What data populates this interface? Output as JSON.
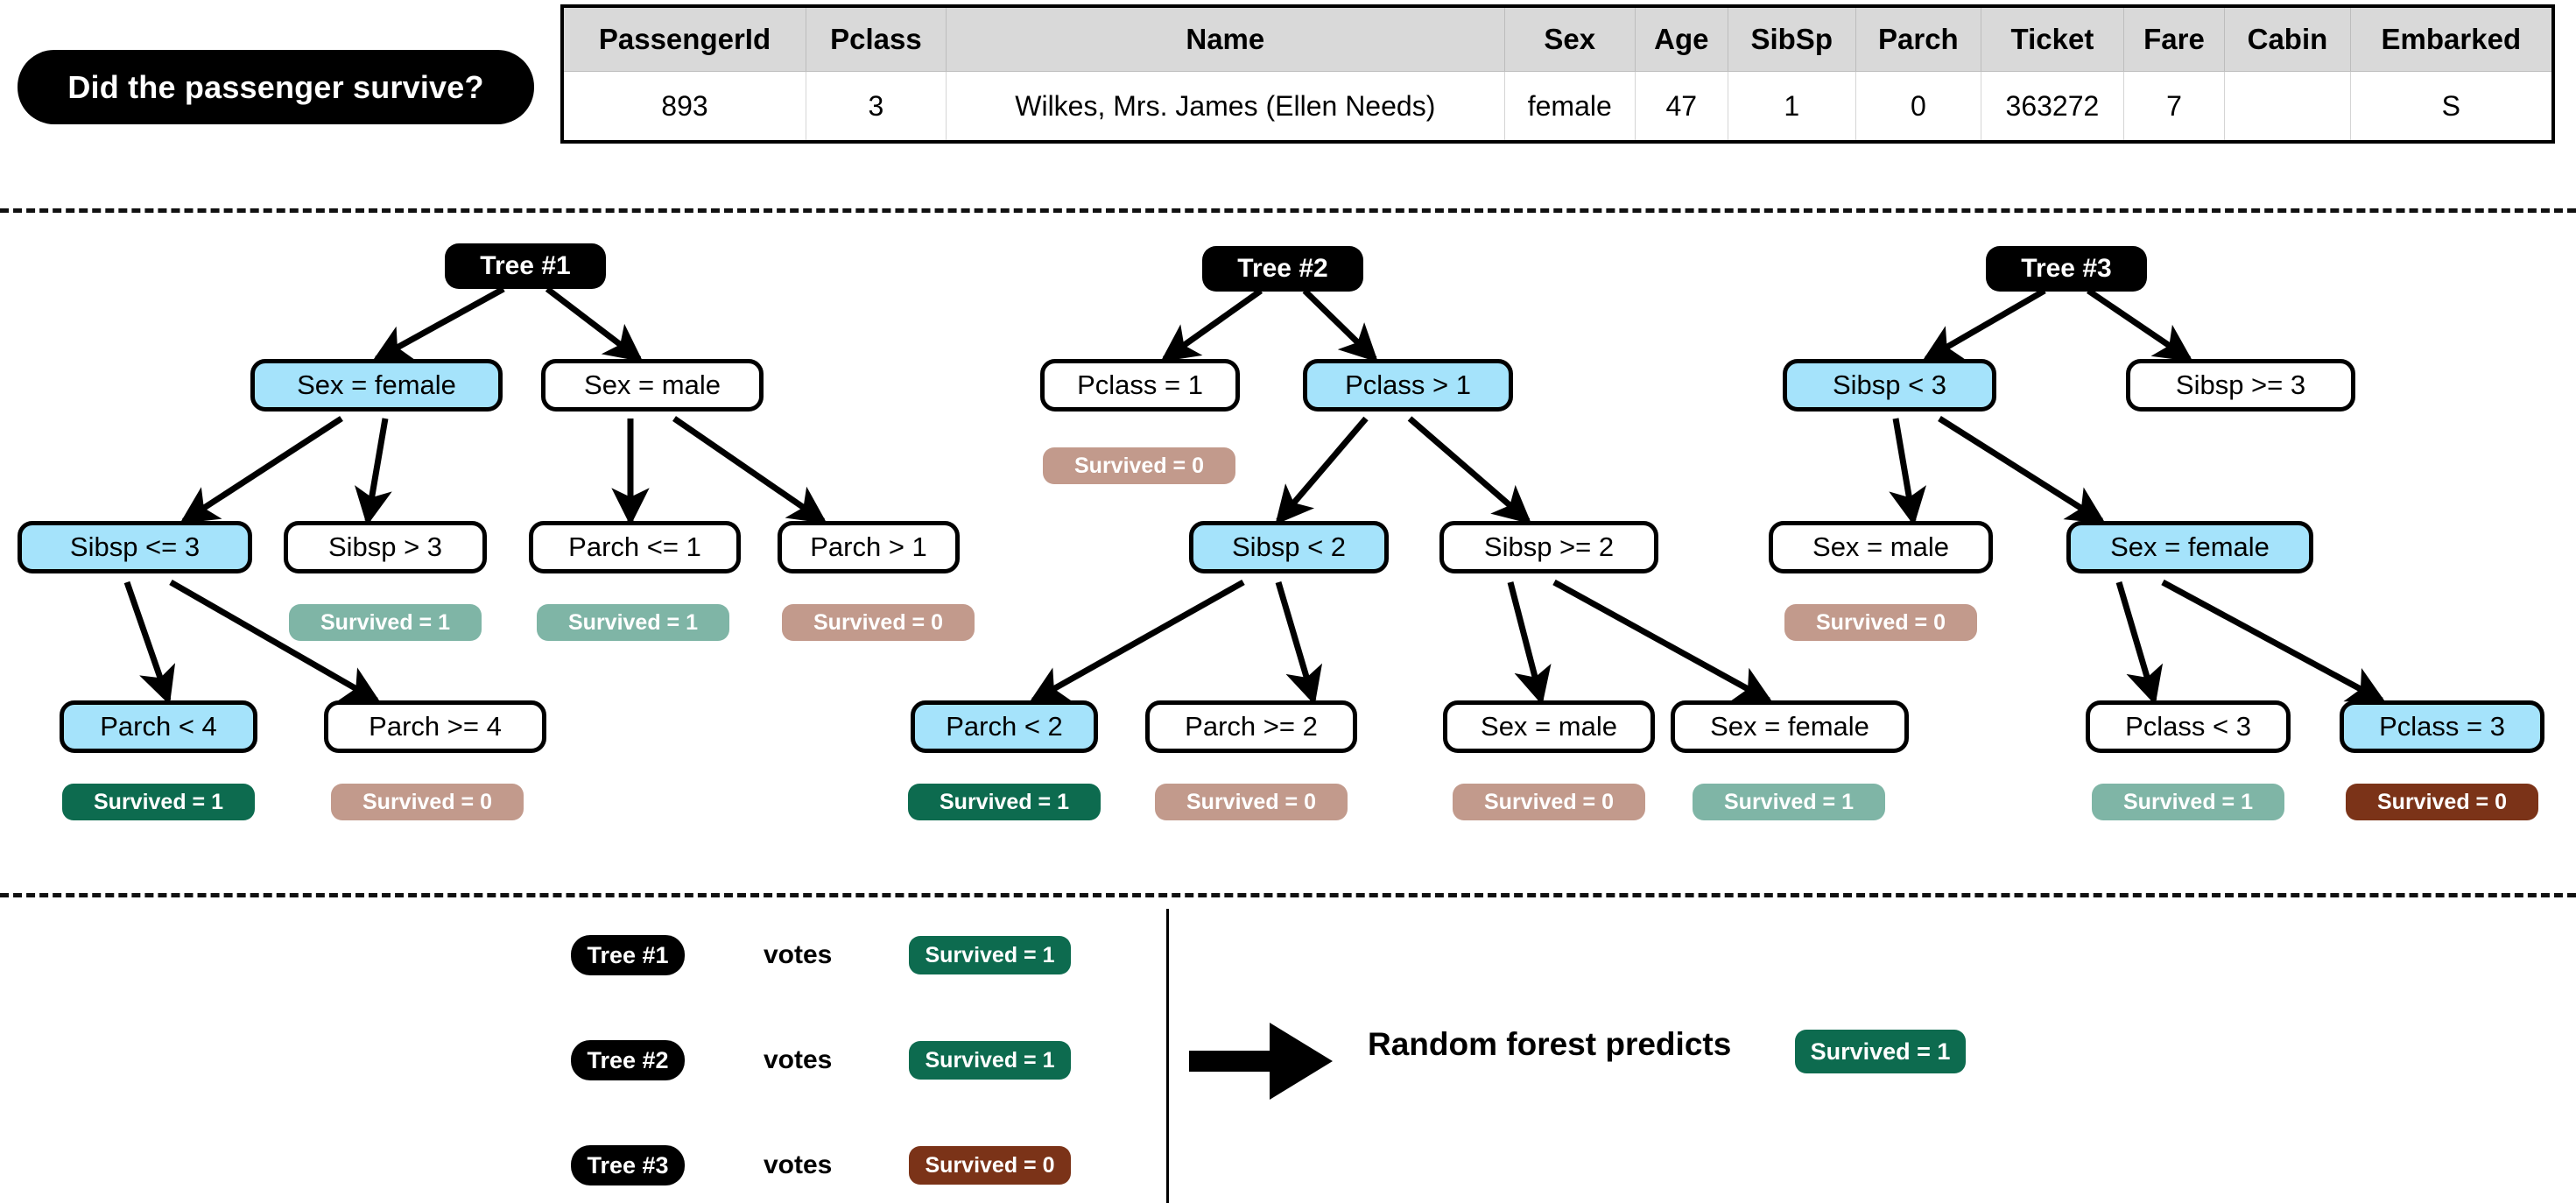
{
  "header": {
    "question": "Did the passenger survive?",
    "table": {
      "columns": [
        "PassengerId",
        "Pclass",
        "Name",
        "Sex",
        "Age",
        "SibSp",
        "Parch",
        "Ticket",
        "Fare",
        "Cabin",
        "Embarked"
      ],
      "rows": [
        [
          "893",
          "3",
          "Wilkes, Mrs. James (Ellen Needs)",
          "female",
          "47",
          "1",
          "0",
          "363272",
          "7",
          "",
          "S"
        ]
      ]
    }
  },
  "colors": {
    "active_node": "#A5E3FB",
    "survived1_active": "#0D6B4F",
    "survived0_active": "#7B3318",
    "survived1_dim": "#7FB5A6",
    "survived0_dim": "#C29A8C",
    "node_border": "#000000",
    "header_fill": "#D9D9D9"
  },
  "trees": [
    {
      "label": "Tree #1",
      "nodes": [
        {
          "id": "t1-l1-a",
          "text": "Sex = female",
          "active": true
        },
        {
          "id": "t1-l1-b",
          "text": "Sex = male",
          "active": false
        },
        {
          "id": "t1-l2-a",
          "text": "Sibsp <= 3",
          "active": true
        },
        {
          "id": "t1-l2-b",
          "text": "Sibsp > 3",
          "active": false
        },
        {
          "id": "t1-l2-c",
          "text": "Parch <= 1",
          "active": false
        },
        {
          "id": "t1-l2-d",
          "text": "Parch > 1",
          "active": false
        },
        {
          "id": "t1-l3-a",
          "text": "Parch < 4",
          "active": true
        },
        {
          "id": "t1-l3-b",
          "text": "Parch >= 4",
          "active": false
        }
      ],
      "leaves": [
        {
          "for": "t1-l2-b",
          "text": "Survived = 1",
          "state": "dim-1"
        },
        {
          "for": "t1-l2-c",
          "text": "Survived = 1",
          "state": "dim-1"
        },
        {
          "for": "t1-l2-d",
          "text": "Survived = 0",
          "state": "dim-0"
        },
        {
          "for": "t1-l3-a",
          "text": "Survived = 1",
          "state": "on-1"
        },
        {
          "for": "t1-l3-b",
          "text": "Survived = 0",
          "state": "dim-0"
        }
      ]
    },
    {
      "label": "Tree #2",
      "nodes": [
        {
          "id": "t2-l1-a",
          "text": "Pclass = 1",
          "active": false
        },
        {
          "id": "t2-l1-b",
          "text": "Pclass > 1",
          "active": true
        },
        {
          "id": "t2-l2-a",
          "text": "Sibsp < 2",
          "active": true
        },
        {
          "id": "t2-l2-b",
          "text": "Sibsp >= 2",
          "active": false
        },
        {
          "id": "t2-l3-a",
          "text": "Parch < 2",
          "active": true
        },
        {
          "id": "t2-l3-b",
          "text": "Parch >= 2",
          "active": false
        },
        {
          "id": "t2-l3-c",
          "text": "Sex = male",
          "active": false
        },
        {
          "id": "t2-l3-d",
          "text": "Sex = female",
          "active": false
        }
      ],
      "leaves": [
        {
          "for": "t2-l1-a",
          "text": "Survived = 0",
          "state": "dim-0"
        },
        {
          "for": "t2-l3-a",
          "text": "Survived = 1",
          "state": "on-1"
        },
        {
          "for": "t2-l3-b",
          "text": "Survived = 0",
          "state": "dim-0"
        },
        {
          "for": "t2-l3-c",
          "text": "Survived = 0",
          "state": "dim-0"
        },
        {
          "for": "t2-l3-d",
          "text": "Survived = 1",
          "state": "dim-1"
        }
      ]
    },
    {
      "label": "Tree #3",
      "nodes": [
        {
          "id": "t3-l1-a",
          "text": "Sibsp < 3",
          "active": true
        },
        {
          "id": "t3-l1-b",
          "text": "Sibsp >= 3",
          "active": false
        },
        {
          "id": "t3-l2-a",
          "text": "Sex = male",
          "active": false
        },
        {
          "id": "t3-l2-b",
          "text": "Sex = female",
          "active": true
        },
        {
          "id": "t3-l3-a",
          "text": "Pclass < 3",
          "active": false
        },
        {
          "id": "t3-l3-b",
          "text": "Pclass = 3",
          "active": true
        }
      ],
      "leaves": [
        {
          "for": "t3-l2-a",
          "text": "Survived = 0",
          "state": "dim-0"
        },
        {
          "for": "t3-l3-a",
          "text": "Survived = 1",
          "state": "dim-1"
        },
        {
          "for": "t3-l3-b",
          "text": "Survived = 0",
          "state": "on-0"
        }
      ]
    }
  ],
  "voting": {
    "rows": [
      {
        "tree": "Tree #1",
        "verb": "votes",
        "result": "Survived = 1",
        "state": "on-1"
      },
      {
        "tree": "Tree #2",
        "verb": "votes",
        "result": "Survived = 1",
        "state": "on-1"
      },
      {
        "tree": "Tree #3",
        "verb": "votes",
        "result": "Survived = 0",
        "state": "on-0"
      }
    ],
    "prediction_label": "Random forest predicts",
    "prediction_result": "Survived = 1"
  }
}
